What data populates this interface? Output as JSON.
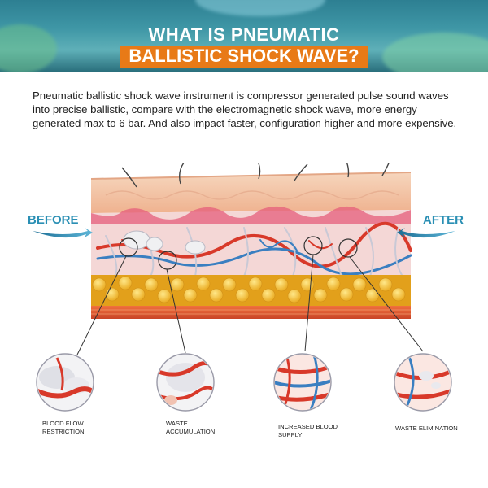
{
  "header": {
    "title_line1": "WHAT IS PNEUMATIC",
    "title_line2": "BALLISTIC SHOCK WAVE?"
  },
  "description": "Pneumatic ballistic shock wave instrument is compressor generated pulse sound waves into precise ballistic, compare with the electromagnetic shock wave, more energy generated max to 6 bar. And also impact faster, configuration higher and more expensive.",
  "labels": {
    "before": "BEFORE",
    "after": "AFTER"
  },
  "callouts": [
    {
      "line1": "BLOOD FLOW",
      "line2": "RESTRICTION"
    },
    {
      "line1": "WASTE",
      "line2": "ACCUMULATION"
    },
    {
      "line1": "INCREASED BLOOD",
      "line2": "SUPPLY"
    },
    {
      "line1": "WASTE ELIMINATION",
      "line2": ""
    }
  ],
  "colors": {
    "banner": "#3f97a6",
    "title_highlight": "#e87a17",
    "side_label": "#2a8fb4",
    "fat": "#f2c12e",
    "vessel_red": "#d8392a",
    "vessel_blue": "#3a7fc1",
    "muscle": "#e8553a",
    "skin": "#f4c7a8"
  }
}
